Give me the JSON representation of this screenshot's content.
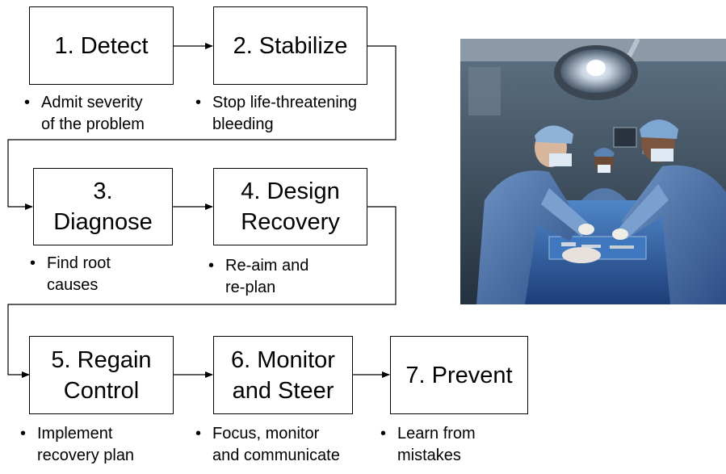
{
  "steps": [
    {
      "label_lines": [
        "1. Detect"
      ],
      "bullet_lines": [
        "Admit severity",
        "of the problem"
      ]
    },
    {
      "label_lines": [
        "2. Stabilize"
      ],
      "bullet_lines": [
        "Stop life-threatening",
        "bleeding"
      ]
    },
    {
      "label_lines": [
        "3.",
        "Diagnose"
      ],
      "bullet_lines": [
        "Find root",
        "causes"
      ]
    },
    {
      "label_lines": [
        "4. Design",
        "Recovery"
      ],
      "bullet_lines": [
        "Re-aim and",
        "re-plan"
      ]
    },
    {
      "label_lines": [
        "5. Regain",
        "Control"
      ],
      "bullet_lines": [
        "Implement",
        "recovery plan"
      ]
    },
    {
      "label_lines": [
        "6. Monitor",
        "and Steer"
      ],
      "bullet_lines": [
        "Focus, monitor",
        "and communicate"
      ]
    },
    {
      "label_lines": [
        "7. Prevent"
      ],
      "bullet_lines": [
        "Learn from",
        "mistakes"
      ]
    }
  ],
  "photo": {
    "subject": "surgical team operating in an operating room",
    "icon": "operating-room-photo"
  }
}
